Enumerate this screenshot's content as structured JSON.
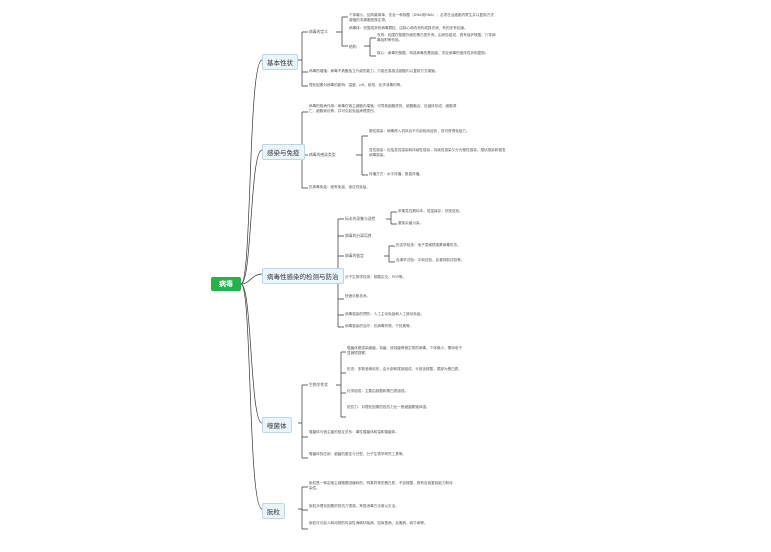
{
  "root": "病毒",
  "branches": [
    {
      "label": "基本性状",
      "nodes": [
        {
          "label": "病毒的定义"
        },
        {
          "text": "个体最小、结构最简单，仅含一种核酸（DNA或RNA），必须在活细胞内寄生并以复制方式增殖的非细胞型微生物。"
        },
        {
          "text": "病毒体：完整成熟的病毒颗粒，由核心和衣壳构成核衣壳，有的还有包膜。"
        },
        {
          "label": "结构"
        },
        {
          "text": "衣壳：包围在核酸外面的蛋白质外壳，由壳粒组成，具有保护核酸、介导病毒吸附等作用。"
        },
        {
          "text": "核心：病毒的核酸，构成病毒的基因组，决定病毒的遗传性状和复制。"
        },
        {
          "text": "病毒的增殖：病毒不具备独立代谢的能力，只能在易感活细胞内以复制方式增殖。"
        },
        {
          "text": "理化因素对病毒的影响：温度、pH、射线、化学消毒剂等。"
        }
      ]
    },
    {
      "label": "感染与免疫",
      "nodes": [
        {
          "text": "病毒的致病作用：病毒在宿主细胞内增殖，可导致细胞损伤、细胞融合、包涵体形成、细胞凋亡、细胞转化等，并可引起免疫病理损伤。"
        },
        {
          "label": "病毒的感染类型"
        },
        {
          "text": "隐性感染：病毒侵入机体后不引起临床症状，但可获得免疫力。"
        },
        {
          "text": "显性感染：包括急性感染和持续性感染，持续性感染又分为慢性感染、潜伏感染和慢发病毒感染。"
        },
        {
          "text": "传播方式：水平传播、垂直传播。"
        },
        {
          "text": "抗病毒免疫：固有免疫、适应性免疫。"
        }
      ]
    },
    {
      "label": "病毒性感染的检测与防治",
      "nodes": [
        {
          "label": "标本的采集与送检"
        },
        {
          "text": "采集急性期标本，低温保存，尽快送检。"
        },
        {
          "text": "避免杂菌污染。"
        },
        {
          "label": "病毒的分离培养"
        },
        {
          "label": "病毒的鉴定"
        },
        {
          "text": "形态学检查：电子显微镜观察病毒形态。"
        },
        {
          "text": "血清学试验：中和试验、血凝抑制试验等。"
        },
        {
          "text": "分子生物学检测：核酸杂交、PCR等。"
        },
        {
          "text": "快速诊断技术。"
        },
        {
          "text": "病毒感染的预防：人工主动免疫和人工被动免疫。"
        },
        {
          "text": "病毒感染的治疗：抗病毒药物、干扰素等。"
        }
      ]
    },
    {
      "label": "噬菌体",
      "nodes": [
        {
          "label": "生物学性状"
        },
        {
          "text": "噬菌体是感染细菌、真菌、放线菌等微生物的病毒，个体微小，需用电子显微镜观察。"
        },
        {
          "text": "形态：多数呈蝌蚪形，由头部和尾部组成，头部含核酸，尾部为蛋白质。"
        },
        {
          "text": "化学组成：主要由核酸和蛋白质组成。"
        },
        {
          "text": "抵抗力：对理化因素的抵抗力比一般细菌繁殖体强。"
        },
        {
          "text": "噬菌体与宿主菌的相互关系：毒性噬菌体和温和噬菌体。"
        },
        {
          "text": "噬菌体的应用：细菌的鉴定与分型、分子生物学研究工具等。"
        }
      ]
    },
    {
      "label": "朊粒",
      "nodes": [
        {
          "text": "朊粒是一种由宿主细胞基因编码的、构象异常的蛋白质，不含核酸，具有自我复制能力和传染性。"
        },
        {
          "text": "朊粒对理化因素的抵抗力很强，常规消毒方法难以灭活。"
        },
        {
          "text": "朊粒可引起人和动物的传染性海绵状脑病，如库鲁病、克雅病、疯牛病等。"
        }
      ]
    }
  ]
}
